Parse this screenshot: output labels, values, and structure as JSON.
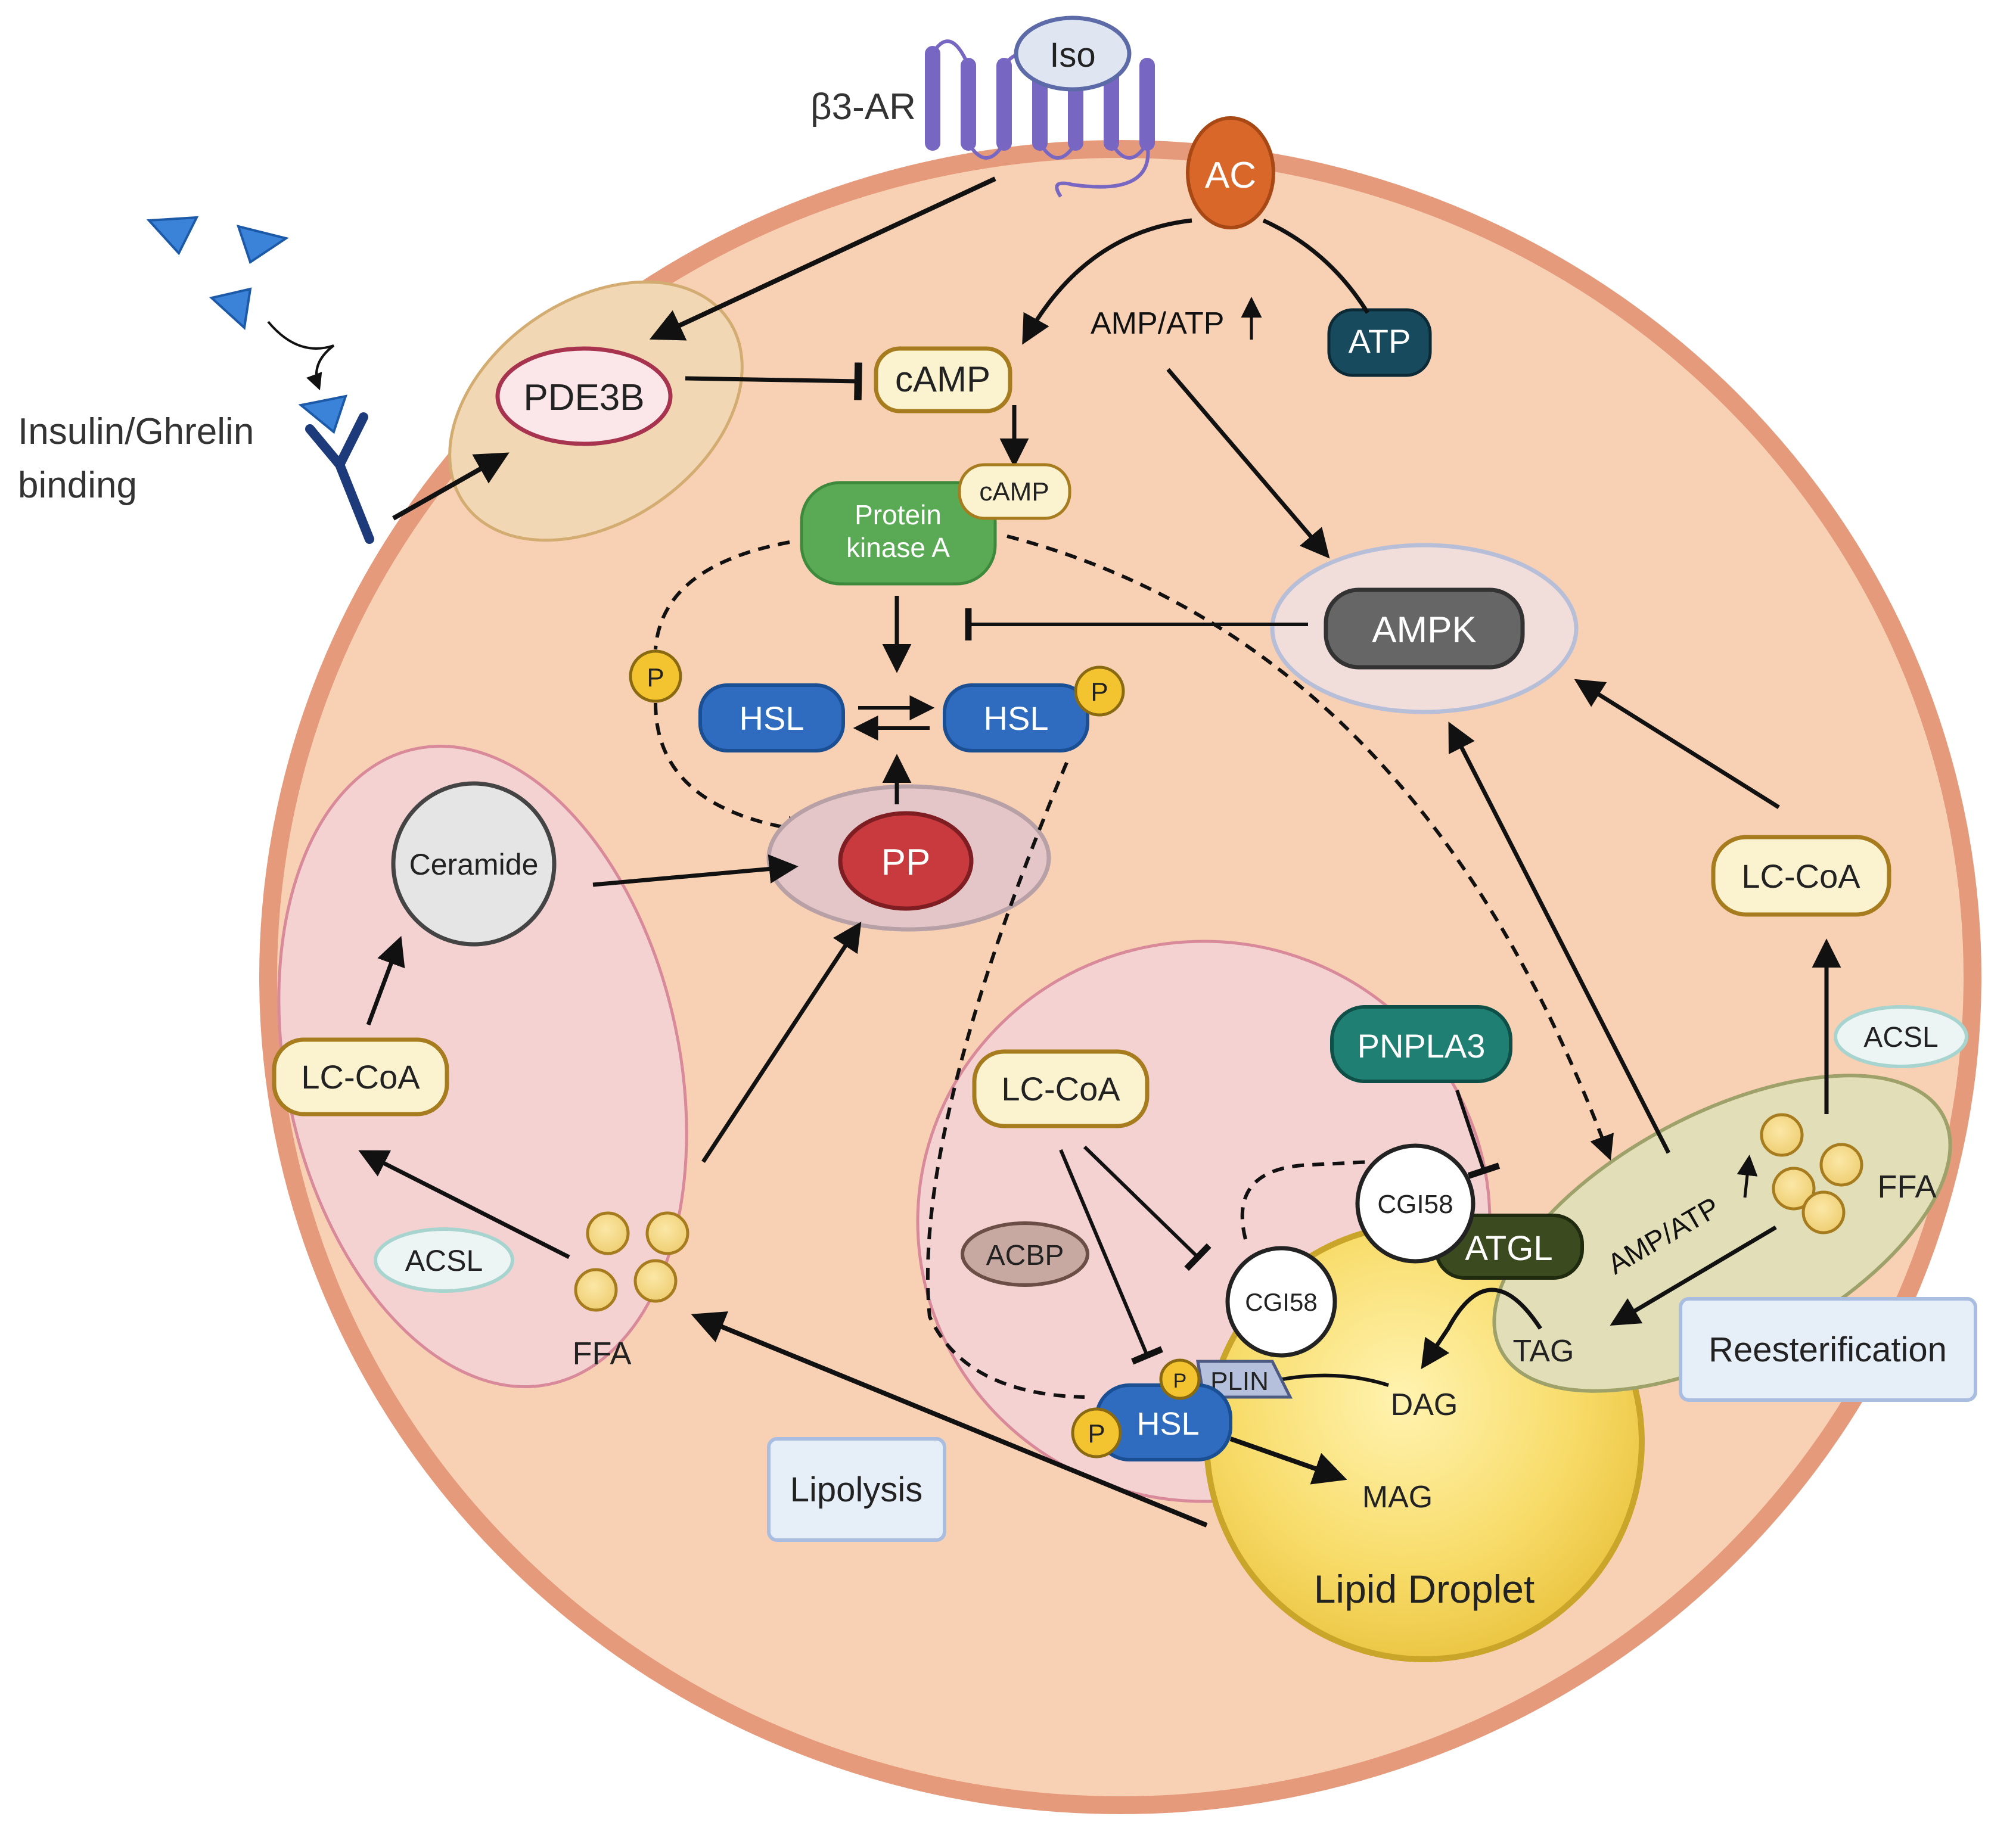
{
  "labels": {
    "b3ar": "β3-AR",
    "iso": "Iso",
    "ac": "AC",
    "atp": "ATP",
    "amp_atp_top": "AMP/ATP",
    "camp": "cAMP",
    "camp_small": "cAMP",
    "pka_line1": "Protein",
    "pka_line2": "kinase A",
    "pde3b": "PDE3B",
    "insulin_line1": "Insulin/Ghrelin",
    "insulin_line2": "binding",
    "ampk": "AMPK",
    "hsl": "HSL",
    "p": "P",
    "pp": "PP",
    "ceramide": "Ceramide",
    "lc_coa": "LC-CoA",
    "acsl": "ACSL",
    "ffa": "FFA",
    "pnpla3": "PNPLA3",
    "acbp": "ACBP",
    "cgi58": "CGI58",
    "atgl": "ATGL",
    "plin": "PLIN",
    "tag": "TAG",
    "dag": "DAG",
    "mag": "MAG",
    "amp_atp_right": "AMP/ATP",
    "lipid_droplet": "Lipid Droplet",
    "lipolysis": "Lipolysis",
    "reesterification": "Reesterification"
  },
  "colors": {
    "cell_fill": "#f8d0b3",
    "cell_border": "#e49a7b",
    "pink_region": "#f4d2d2",
    "pink_border": "#d98a9a",
    "tan_region": "#f2d7b5",
    "olive_region": "#e2dfb8",
    "olive_border": "#9ea26a",
    "cream": "#fbf3cf",
    "gold_border": "#a67c1e",
    "blue": "#2f6cc0",
    "green": "#5aaa55",
    "teal": "#1f7f73",
    "dark_olive": "#3b4a1f",
    "ampk": "#666666",
    "pp": "#c93a3e",
    "receptor": "#7867c2",
    "ac": "#d9672a",
    "atp": "#174a5c",
    "ligand": "#3b82d9"
  }
}
